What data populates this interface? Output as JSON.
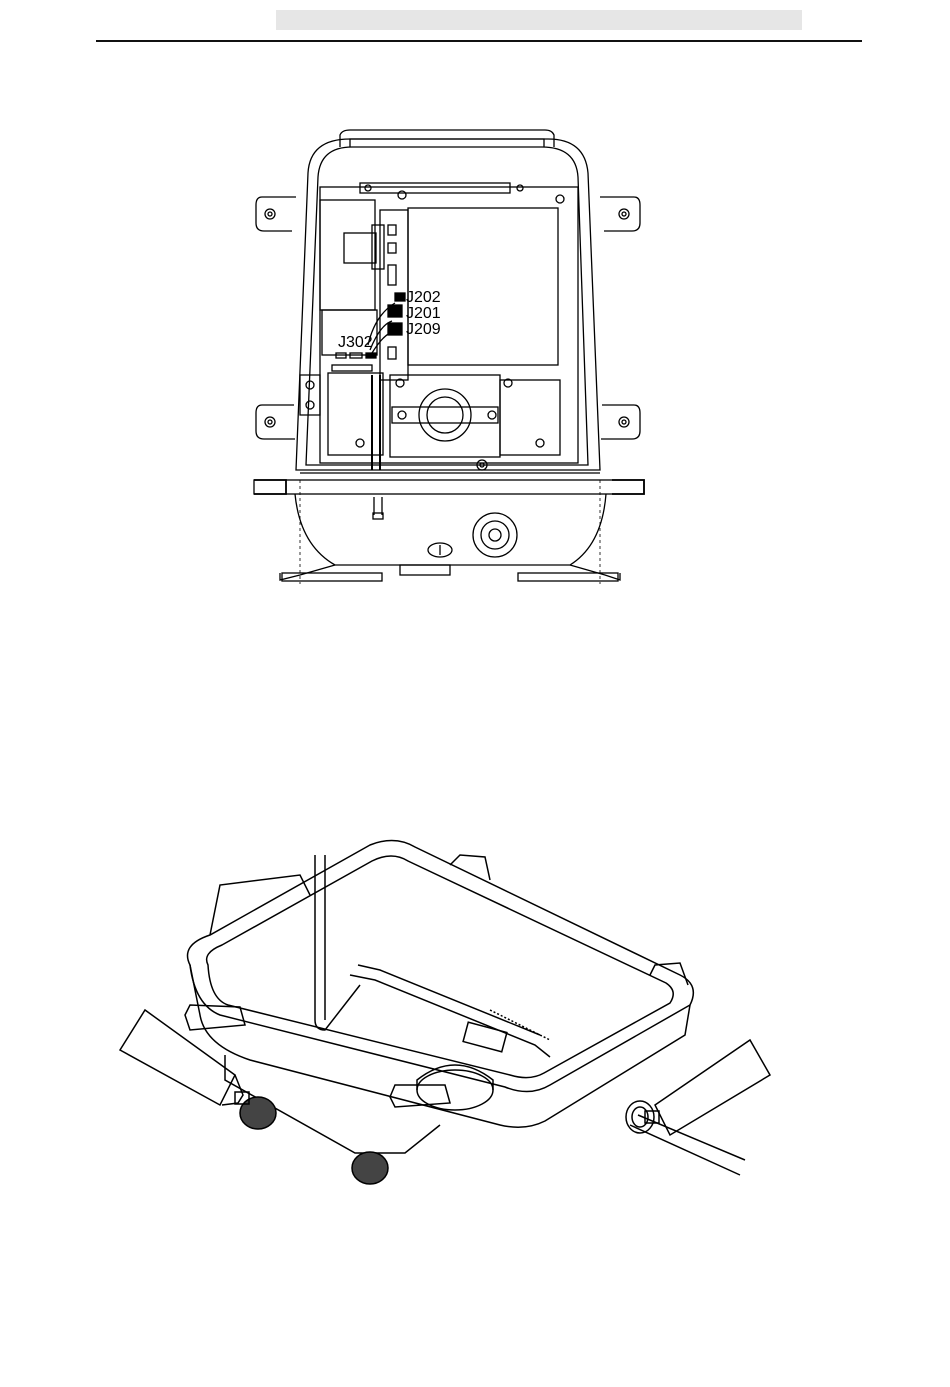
{
  "header": {
    "bar_color": "#e6e6e6"
  },
  "figure_top": {
    "connectors": {
      "j202": "J202",
      "j201": "J201",
      "j209": "J209",
      "j302": "J302"
    }
  }
}
